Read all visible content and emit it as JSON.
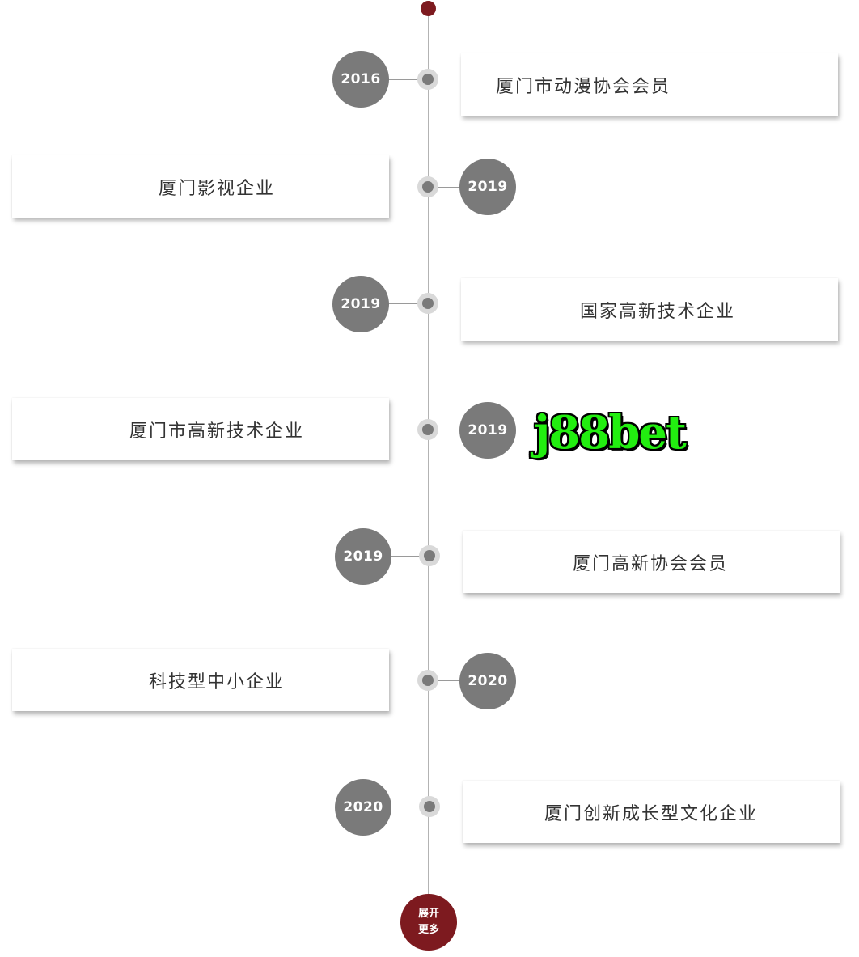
{
  "timeline": {
    "items": [
      {
        "year": "2016",
        "title": "厦门市动漫协会会员"
      },
      {
        "year": "2019",
        "title": "厦门影视企业"
      },
      {
        "year": "2019",
        "title": "国家高新技术企业"
      },
      {
        "year": "2019",
        "title": "厦门市高新技术企业"
      },
      {
        "year": "2019",
        "title": "厦门高新协会会员"
      },
      {
        "year": "2020",
        "title": "科技型中小企业"
      },
      {
        "year": "2020",
        "title": "厦门创新成长型文化企业"
      }
    ],
    "more_button": {
      "line1": "展开",
      "line2": "更多"
    }
  },
  "watermark": {
    "text": "j88bet"
  },
  "colors": {
    "accent": "#7d1a1f",
    "year_circle": "#7a7a7a",
    "node_ring": "#d9d9d9",
    "line": "#b3b3b3",
    "card_text": "#333333",
    "watermark": "#22ee10"
  }
}
